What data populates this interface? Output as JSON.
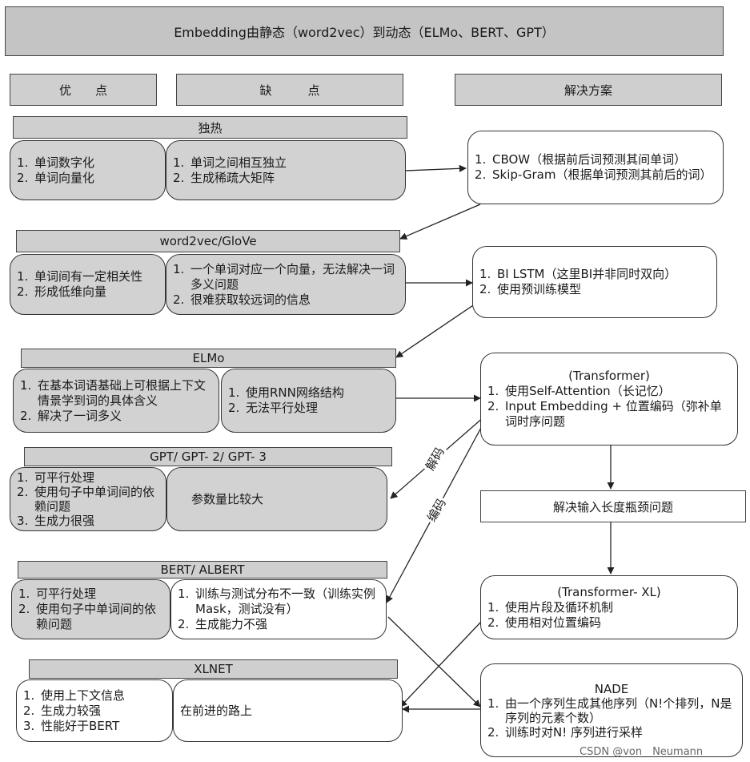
{
  "title": "Embedding由静态（word2vec）到动态（ELMo、BERT、GPT）",
  "headers": {
    "pros": "优　　点",
    "cons": "缺　　　点",
    "solutions": "解决方案"
  },
  "stages": [
    {
      "name": "独热",
      "pros": [
        "单词数字化",
        "单词向量化"
      ],
      "cons": [
        "单词之间相互独立",
        "生成稀疏大矩阵"
      ]
    },
    {
      "name": "word2vec/GloVe",
      "pros": [
        "单词间有一定相关性",
        "形成低维向量"
      ],
      "cons": [
        "一个单词对应一个向量，无法解决一词多义问题",
        "很难获取较远词的信息"
      ]
    },
    {
      "name": "ELMo",
      "pros": [
        "在基本词语基础上可根据上下文情景学到词的具体含义",
        "解决了一词多义"
      ],
      "cons": [
        "使用RNN网络结构",
        "无法平行处理"
      ]
    },
    {
      "name": "GPT/ GPT- 2/ GPT- 3",
      "pros": [
        "可平行处理",
        "使用句子中单词间的依赖问题",
        "生成力很强"
      ],
      "cons_text": "参数量比较大"
    },
    {
      "name": "BERT/ ALBERT",
      "pros": [
        "可平行处理",
        "使用句子中单词间的依赖问题"
      ],
      "cons": [
        "训练与测试分布不一致（训练实例 Mask，测试没有）",
        "生成能力不强"
      ]
    },
    {
      "name": "XLNET",
      "pros": [
        "使用上下文信息",
        "生成力较强",
        "性能好于BERT"
      ],
      "cons_text": "在前进的路上"
    }
  ],
  "solutions": [
    {
      "title": "",
      "items": [
        "CBOW（根据前后词预测其间单词）",
        "Skip-Gram（根据单词预测其前后的词）"
      ]
    },
    {
      "title": "",
      "items": [
        "BI LSTM（这里BI并非同时双向）",
        "使用预训练模型"
      ]
    },
    {
      "title": "(Transformer)",
      "items": [
        "使用Self-Attention（长记忆）",
        "Input Embedding + 位置编码（弥补单词时序问题"
      ]
    },
    {
      "title": "",
      "text": "解决输入长度瓶颈问题"
    },
    {
      "title": "(Transformer- XL)",
      "items": [
        "使用片段及循环机制",
        "使用相对位置编码"
      ]
    },
    {
      "title": "NADE",
      "items": [
        "由一个序列生成其他序列（N!个排列，N是序列的元素个数）",
        "训练时对N! 序列进行采样"
      ]
    }
  ],
  "edge_labels": {
    "decode": "解码",
    "encode": "编码"
  },
  "credit": "CSDN @von　Neumann"
}
